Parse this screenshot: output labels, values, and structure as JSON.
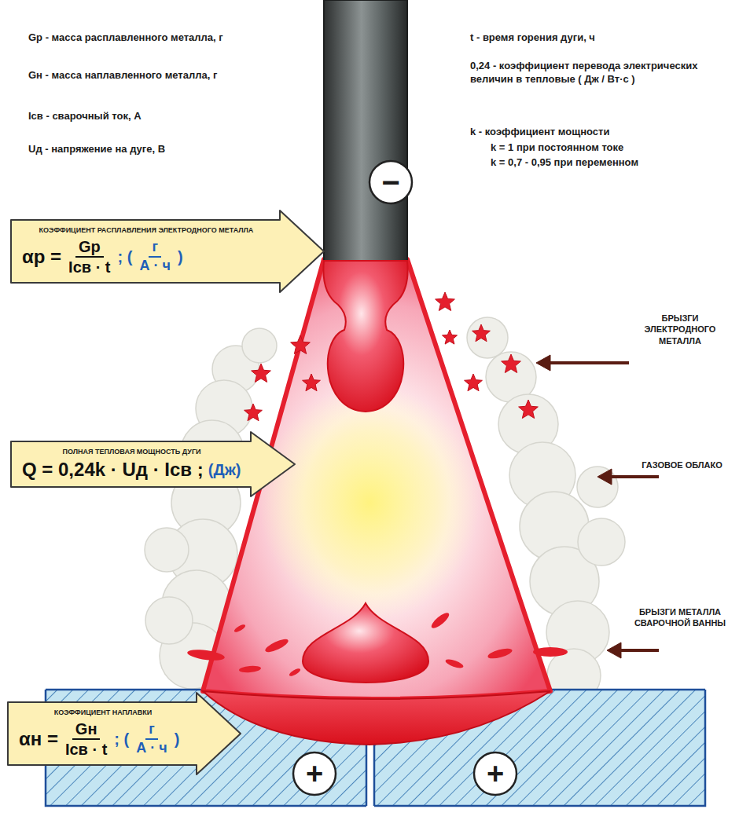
{
  "diagram": {
    "nodes": [
      {
        "text": [
          "КОЭФФИЦИЕНТ РАСПЛАВЛЕНИЯ ЭЛЕКТРОДНОГО МЕТАЛЛА",
          "αр =",
          "Gр",
          "Iсв · t",
          "; (",
          "г",
          "А · ч",
          ")"
        ]
      },
      {
        "text": [
          "ПОЛНАЯ ТЕПЛОВАЯ МОЩНОСТЬ ДУГИ",
          "Q = 0,24k · Uд · Iсв ;",
          "(Дж)"
        ]
      },
      {
        "text": [
          "КОЭФФИЦИЕНТ НАПЛАВКИ",
          "αн =",
          "Gн",
          "Iсв · t",
          "; (",
          "г",
          "А · ч",
          ")"
        ]
      }
    ],
    "labels": [
      "Gр - масса расплавленного металла, г",
      "Gн - масса наплавленного металла, г",
      "Iсв - сварочный ток, А",
      "Uд - напряжение на дуге, В",
      "t - время горения дуги, ч",
      "0,24 - коэффициент перевода электрических величин в тепловые ( Дж / Вт·с )",
      "k - коэффициент мощности",
      "k = 1 при постоянном токе",
      "k = 0,7 - 0,95 при переменном",
      "БРЫЗГИ ЭЛЕКТРОДНОГО МЕТАЛЛА",
      "ГАЗОВОЕ ОБЛАКО",
      "БРЫЗГИ МЕТАЛЛА СВАРОЧНОЙ ВАННЫ",
      "−",
      "+",
      "+"
    ]
  }
}
